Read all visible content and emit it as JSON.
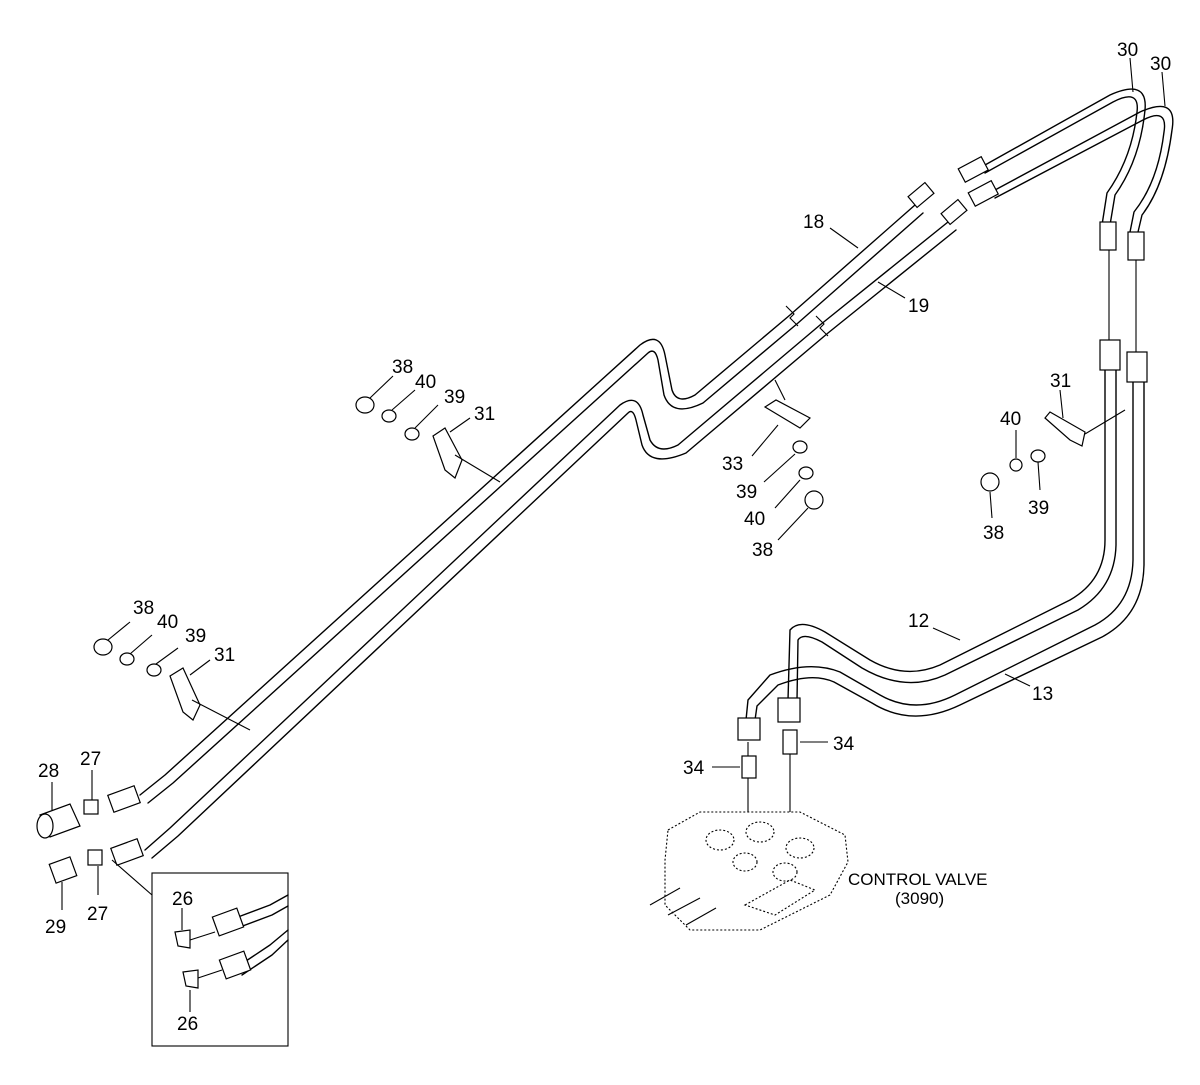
{
  "diagram": {
    "callouts": [
      {
        "id": "c30a",
        "label": "30"
      },
      {
        "id": "c30b",
        "label": "30"
      },
      {
        "id": "c18",
        "label": "18"
      },
      {
        "id": "c19",
        "label": "19"
      },
      {
        "id": "c38a",
        "label": "38"
      },
      {
        "id": "c40a",
        "label": "40"
      },
      {
        "id": "c39a",
        "label": "39"
      },
      {
        "id": "c31a",
        "label": "31"
      },
      {
        "id": "c33",
        "label": "33"
      },
      {
        "id": "c39b",
        "label": "39"
      },
      {
        "id": "c40b",
        "label": "40"
      },
      {
        "id": "c38b",
        "label": "38"
      },
      {
        "id": "c31b",
        "label": "31"
      },
      {
        "id": "c40c",
        "label": "40"
      },
      {
        "id": "c39c",
        "label": "39"
      },
      {
        "id": "c38c",
        "label": "38"
      },
      {
        "id": "c38d",
        "label": "38"
      },
      {
        "id": "c40d",
        "label": "40"
      },
      {
        "id": "c39d",
        "label": "39"
      },
      {
        "id": "c31c",
        "label": "31"
      },
      {
        "id": "c12",
        "label": "12"
      },
      {
        "id": "c13",
        "label": "13"
      },
      {
        "id": "c34a",
        "label": "34"
      },
      {
        "id": "c34b",
        "label": "34"
      },
      {
        "id": "c28",
        "label": "28"
      },
      {
        "id": "c27a",
        "label": "27"
      },
      {
        "id": "c29",
        "label": "29"
      },
      {
        "id": "c27b",
        "label": "27"
      },
      {
        "id": "c26a",
        "label": "26"
      },
      {
        "id": "c26b",
        "label": "26"
      }
    ],
    "control_valve": {
      "name": "CONTROL VALVE",
      "code": "(3090)"
    }
  }
}
